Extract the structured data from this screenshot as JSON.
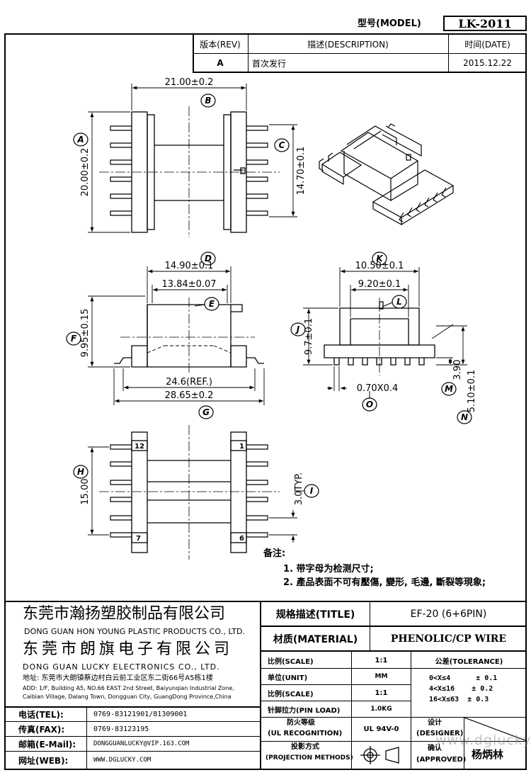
{
  "header": {
    "model_label": "型号(MODEL)",
    "model_value": "LK-2011",
    "rev_label": "版本(REV)",
    "desc_label": "描述(DESCRIPTION)",
    "date_label": "时间(DATE)",
    "rev_value": "A",
    "desc_value": "首次发行",
    "date_value": "2015.12.22"
  },
  "drawing": {
    "top_view": {
      "dim_b": "21.00±0.2",
      "dim_a": "20.00±0.2",
      "dim_c": "14.70±0.1",
      "label_a": "A",
      "label_b": "B",
      "label_c": "C"
    },
    "front_view": {
      "dim_d": "14.90±0.1",
      "dim_e": "13.84±0.07",
      "dim_f": "9.95±0.15",
      "dim_ref": "24.6(REF.)",
      "dim_g": "28.65±0.2",
      "label_d": "D",
      "label_e": "E",
      "label_f": "F",
      "label_g": "G"
    },
    "side_view": {
      "dim_k": "10.50±0.1",
      "dim_l": "9.20±0.1",
      "dim_j": "9.7±0.1",
      "dim_m": "3.90",
      "dim_n": "5.10±0.1",
      "dim_o": "0.70X0.4",
      "label_k": "K",
      "label_l": "L",
      "label_j": "J",
      "label_m": "M",
      "label_n": "N",
      "label_o": "O"
    },
    "bottom_view": {
      "dim_h": "15.00",
      "dim_i": "3.0TYP.",
      "label_h": "H",
      "label_i": "I",
      "pin_12": "12",
      "pin_1": "1",
      "pin_7": "7",
      "pin_6": "6"
    }
  },
  "notes": {
    "title": "备注:",
    "items": [
      "1. 带字母为检测尺寸;",
      "2. 產品表面不可有壓傷, 變形, 毛邊, 斷裂等現象;"
    ]
  },
  "company": {
    "name1_cn": "东莞市瀚扬塑胶制品有限公司",
    "name1_en": "DONG GUAN HON YOUNG PLASTIC PRODUCTS CO., LTD.",
    "name2_cn": "东莞市朗旗电子有限公司",
    "name2_en": "DONG GUAN LUCKY ELECTRONICS CO., LTD.",
    "address_cn": "地址: 东莞市大朗镇蔡边村白云前工业区东二街66号A5栋1楼",
    "address_en1": "ADD: 1/F, Building A5, NO.66 EAST 2nd Street, Baiyunqian Industrial Zone,",
    "address_en2": "Caibian Village, Dalang Town, Dongguan City, GuangDong Province,China"
  },
  "contact": {
    "tel_label": "电话(TEL):",
    "tel_value": "0769-83121901/81309001",
    "fax_label": "传真(FAX):",
    "fax_value": "0769-83123195",
    "email_label": "邮箱(E-Mail):",
    "email_value": "DONGGUANLUCKY@VIP.163.COM",
    "web_label": "网址(WEB):",
    "web_value": "WWW.DGLUCKY.COM"
  },
  "spec": {
    "title_label": "规格描述(TITLE)",
    "title_value": "EF-20 (6+6PIN)",
    "material_label": "材质(MATERIAL)",
    "material_value": "PHENOLIC/CP WIRE",
    "scale_label": "比例(SCALE)",
    "scale_value": "1:1",
    "unit_label": "单位(UNIT)",
    "unit_value": "MM",
    "scale2_label": "比例(SCALE)",
    "scale2_value": "1:1",
    "pinload_label": "针脚拉力(PIN LOAD)",
    "pinload_value": "1.0KG",
    "ul_label1": "防火等级",
    "ul_label2": "(UL RECOGNITION)",
    "ul_value": "UL 94V-0",
    "proj_label1": "投影方式",
    "proj_label2": "(PROJECTION METHODS)",
    "tolerance_label": "公差(TOLERANCE)",
    "tol1": "0<X≤4      ± 0.1",
    "tol2": "4<X≤16    ± 0.2",
    "tol3": "16<X≤63  ± 0.3",
    "designer_label1": "设计",
    "designer_label2": "(DESIGNER)",
    "approved_label1": "确认",
    "approved_label2": "(APPROVED)",
    "approved_value": "杨炳林"
  },
  "watermark": "www.dglucky.com"
}
